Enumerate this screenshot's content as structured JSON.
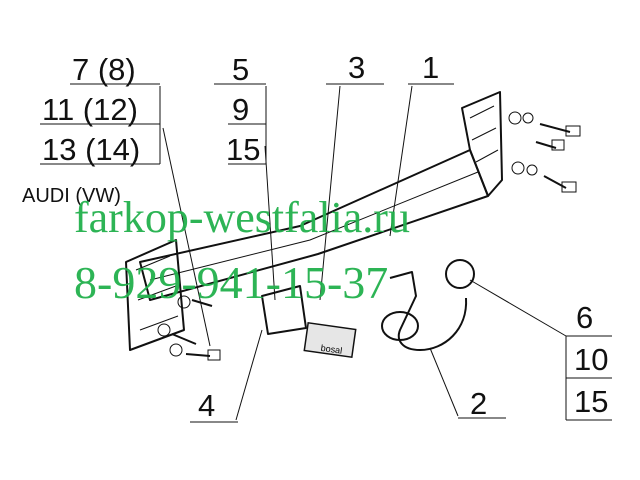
{
  "labels": {
    "callout_left": [
      "7 (8)",
      "11 (12)",
      "13 (14)"
    ],
    "callout_mid": [
      "5",
      "9",
      "15"
    ],
    "callout_3": "3",
    "callout_1": "1",
    "callout_4": "4",
    "callout_2": "2",
    "callout_right": [
      "6",
      "10",
      "15"
    ],
    "brand": "AUDI (VW)",
    "plate": "bosal"
  },
  "watermark": {
    "site": "farkop-westfalia.ru",
    "phone": "8-929-941-15-37",
    "color": "#22b14c"
  }
}
